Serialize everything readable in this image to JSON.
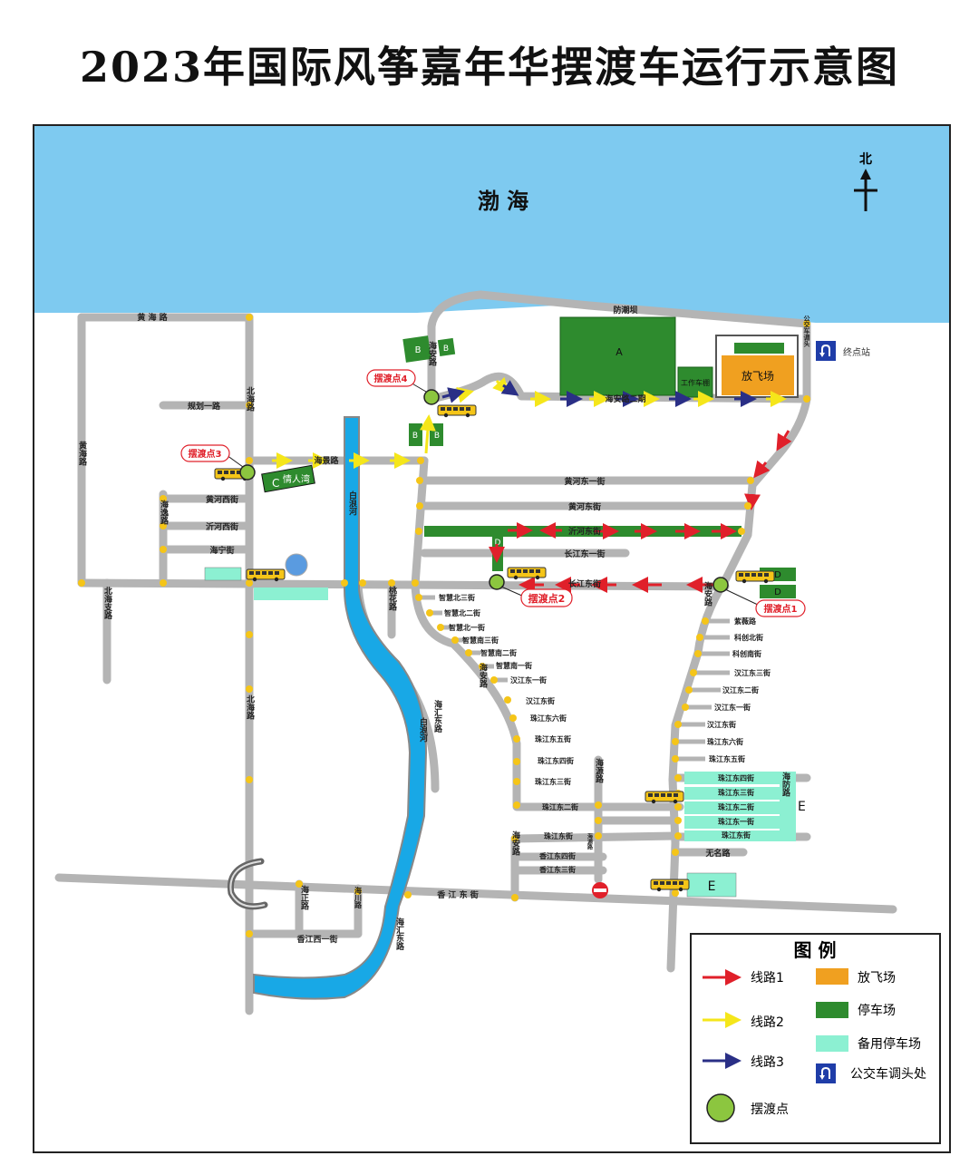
{
  "title": "2023年国际风筝嘉年华摆渡车运行示意图",
  "colors": {
    "sea": "#7ECAF0",
    "river": "#18A8E6",
    "road": "#B4B4B4",
    "route1": "#E0202A",
    "route2": "#F5E61A",
    "route3": "#2A2F86",
    "airfield": "#F0A020",
    "parking": "#2E8B2E",
    "reserve": "#8CF0D2",
    "stop": "#8CC63F",
    "dot": "#F5C518"
  },
  "sea_label": "渤 海",
  "north_label": "北",
  "roads": {
    "huanghai_lu": "黄 海 路",
    "huanghai_lu_v": "黄海路",
    "guihua_1": "规划一路",
    "beihai_lu_top": "北海路",
    "beihai_lu_bottom": "北海路",
    "huanghe_xi": "黄河西街",
    "yihe_xi": "沂河西街",
    "haining": "海宁街",
    "haiyu": "海逸路",
    "beihai_zhi": "北海支路",
    "haijing_lu": "海景路",
    "bailang_he_1": "白浪河",
    "bailang_he_2": "白浪河",
    "taohua_lu": "桃花路",
    "haian_lu_top": "海安路",
    "haian_lu_mid": "海安路",
    "haian_lu_bottom": "海安路",
    "haian_lu_2": "海安路二期",
    "fangchao_ba": "防潮坝",
    "huanghe_dong_1": "黄河东一街",
    "huanghe_dong": "黄河东街",
    "yihe_dong": "沂河东街",
    "changjiang_dong_1": "长江东一街",
    "changjiang_dong": "长江东街",
    "haiyuan_lu": "海源路",
    "haihui_dong_1": "海汇东路",
    "haihui_dong_2": "海汇东路",
    "haian_right": "海安路",
    "haifang_lu": "海防路",
    "haizheng_lu": "海正路",
    "haichuan_lu": "海川路",
    "xiangjiang_dong": "香 江 东 街",
    "xiangjiang_xi_1": "香江西一街",
    "haiyuan_small": "海源路",
    "xiangjiang_dong_4": "香江东四街",
    "xiangjiang_dong_3": "香江东三街",
    "wuming": "无名路",
    "gongjiao": "公交车调头",
    "terminal": "终点站"
  },
  "left_streets": [
    "智慧北三街",
    "智慧北二街",
    "智慧北一街",
    "智慧南三街",
    "智慧南二街",
    "智慧南一街",
    "汉江东一街",
    "汉江东街",
    "珠江东六街",
    "珠江东五街",
    "珠江东四街",
    "珠江东三街",
    "珠江东二街",
    "珠江东街"
  ],
  "right_streets": [
    "紫薇路",
    "科创北街",
    "科创南街",
    "汉江东三街",
    "汉江东二街",
    "汉江东一街",
    "汉江东街",
    "珠江东六街",
    "珠江东五街"
  ],
  "e_streets": [
    "珠江东四街",
    "珠江东三街",
    "珠江东二街",
    "珠江东一街",
    "珠江东街"
  ],
  "areas": {
    "a": "A",
    "b": "B",
    "c": "C",
    "c_name": "情人湾",
    "d": "D",
    "e": "E",
    "work_shed": "工作车棚",
    "airfield": "放飞场",
    "airfield_small": "放飞场"
  },
  "stops": [
    "摆渡点1",
    "摆渡点2",
    "摆渡点3",
    "摆渡点4"
  ],
  "legend": {
    "title": "图 例",
    "items": [
      {
        "label": "线路1",
        "icon": "red-arrow-icon"
      },
      {
        "label": "放飞场",
        "icon": "orange-swatch"
      },
      {
        "label": "线路2",
        "icon": "yellow-arrow-icon"
      },
      {
        "label": "停车场",
        "icon": "green-swatch"
      },
      {
        "label": "线路3",
        "icon": "navy-arrow-icon"
      },
      {
        "label": "备用停车场",
        "icon": "aqua-swatch"
      },
      {
        "label": "公交车调头处",
        "icon": "u-turn-icon"
      },
      {
        "label": "摆渡点",
        "icon": "green-circle-icon"
      }
    ]
  }
}
